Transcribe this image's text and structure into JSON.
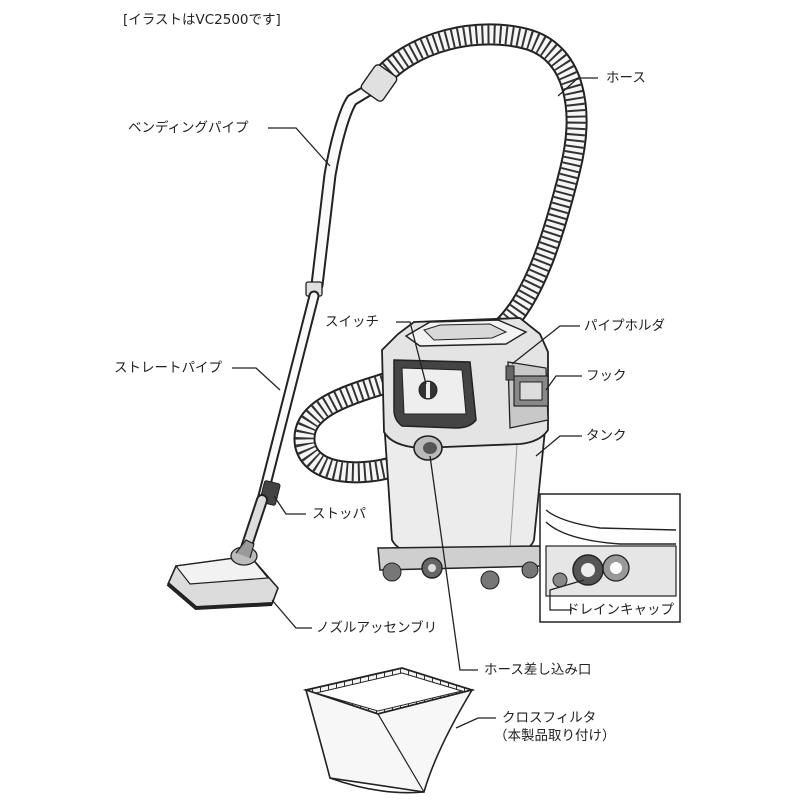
{
  "caption": "[イラストはVC2500です]",
  "labels": {
    "hose": "ホース",
    "bending_pipe": "ベンディングパイプ",
    "switch": "スイッチ",
    "pipe_holder": "パイプホルダ",
    "hook": "フック",
    "straight_pipe": "ストレートパイプ",
    "tank": "タンク",
    "stopper": "ストッパ",
    "drain_cap": "ドレインキャップ",
    "nozzle_assembly": "ノズルアッセンブリ",
    "hose_inlet": "ホース差し込み口",
    "cloth_filter": "クロスフィルタ",
    "cloth_filter_note": "（本製品取り付け）"
  },
  "colors": {
    "line": "#222222",
    "body": "#e9e9e9",
    "shade": "#bdbdbd",
    "dark": "#555555"
  }
}
